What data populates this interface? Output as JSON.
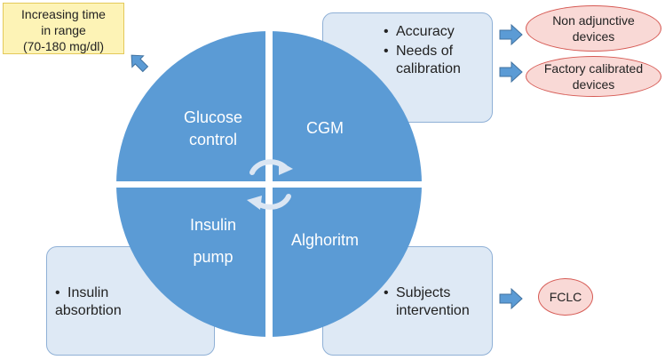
{
  "goal_note": {
    "lines": [
      "Increasing time",
      "in range",
      "(70-180 mg/dl)"
    ]
  },
  "quadrants": {
    "glucose_control": [
      "Glucose",
      "control"
    ],
    "cgm": [
      "CGM"
    ],
    "insulin_pump": [
      "Insulin",
      "pump"
    ],
    "algorithm": [
      "Alghoritm"
    ]
  },
  "cgm_box": {
    "bullets": [
      [
        "Accuracy"
      ],
      [
        "Needs of",
        "calibration"
      ]
    ]
  },
  "pump_box": {
    "bullets": [
      [
        "Insulin",
        "absorbtion"
      ]
    ]
  },
  "algorithm_box": {
    "bullets": [
      [
        "Subjects",
        "intervention"
      ]
    ]
  },
  "outcomes": {
    "non_adjunctive": [
      "Non adjunctive",
      "devices"
    ],
    "factory_calibrated": [
      "Factory calibrated",
      "devices"
    ],
    "fclc": [
      "FCLC"
    ]
  },
  "colors": {
    "quadrant_fill": "#5b9bd5",
    "box_fill": "#dee9f5",
    "arrow_fill": "#5b9bd5",
    "ellipse_fill": "#f9d9d6",
    "ellipse_border": "#d65a54",
    "note_fill": "#fdf3b6"
  },
  "icons": {
    "cycle": "cycle-arrows-icon",
    "arrow": "right-arrow-icon"
  }
}
